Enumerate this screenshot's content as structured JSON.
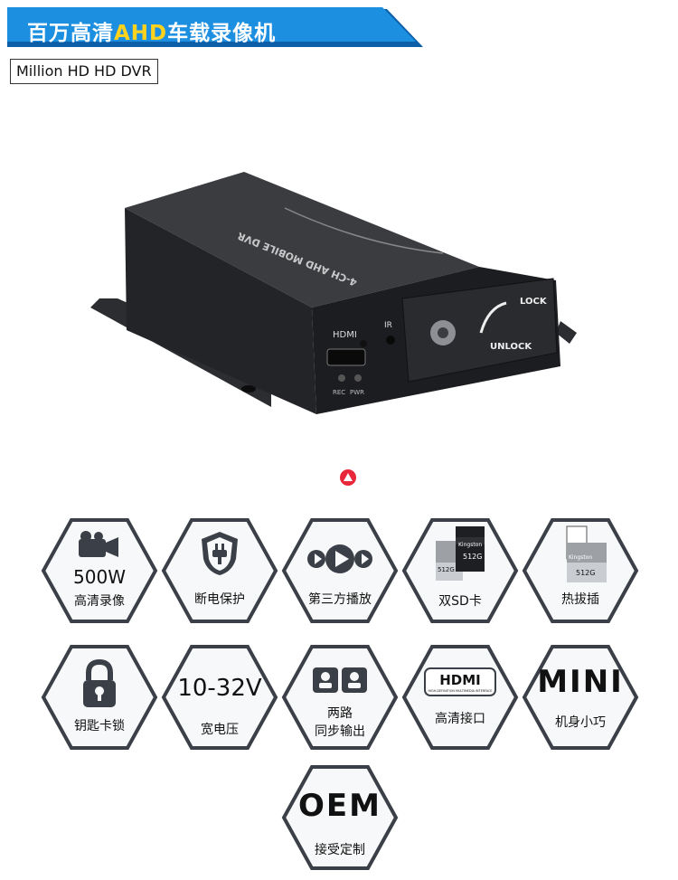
{
  "header": {
    "title_prefix": "百万高清",
    "title_highlight": "AHD",
    "title_suffix": "车载录像机",
    "subtitle": "Million HD HD DVR"
  },
  "device": {
    "top_text": "4-CH AHD MOBILE DVR",
    "hdmi_label": "HDMI",
    "ir_label": "IR",
    "rec_label": "REC",
    "pwr_label": "PWR",
    "lock_label": "LOCK",
    "unlock_label": "UNLOCK"
  },
  "features": [
    {
      "big": "500W",
      "label": "高清录像",
      "icon": "camera-icon"
    },
    {
      "label": "断电保护",
      "icon": "power-shield-icon"
    },
    {
      "label": "第三方播放",
      "icon": "play-icon"
    },
    {
      "label": "双SD卡",
      "icon": "dual-sd-card-icon",
      "card_brand": "Kingston",
      "card_size": "512G"
    },
    {
      "label": "热拔插",
      "icon": "hot-swap-sd-icon",
      "card_brand": "Kingston",
      "card_size": "512G"
    },
    {
      "label": "钥匙卡锁",
      "icon": "padlock-icon"
    },
    {
      "big": "10-32V",
      "label": "宽电压",
      "icon": "voltage-text"
    },
    {
      "label1": "两路",
      "label2": "同步输出",
      "icon": "dual-output-icon"
    },
    {
      "label": "高清接口",
      "icon": "hdmi-logo-icon",
      "logo_text": "HDMI",
      "logo_sub": "HIGH-DEFINITION MULTIMEDIA INTERFACE"
    },
    {
      "big": "MINI",
      "label": "机身小巧",
      "icon": "mini-text"
    },
    {
      "big": "OEM",
      "label": "接受定制",
      "icon": "oem-text"
    }
  ],
  "colors": {
    "banner_blue": "#1d8fe0",
    "banner_dark": "#0d5fa8",
    "title_yellow": "#ffd21e",
    "hex_border": "#3b4048",
    "hex_fill": "#f7f8f9",
    "marker_red": "#e8283a"
  }
}
